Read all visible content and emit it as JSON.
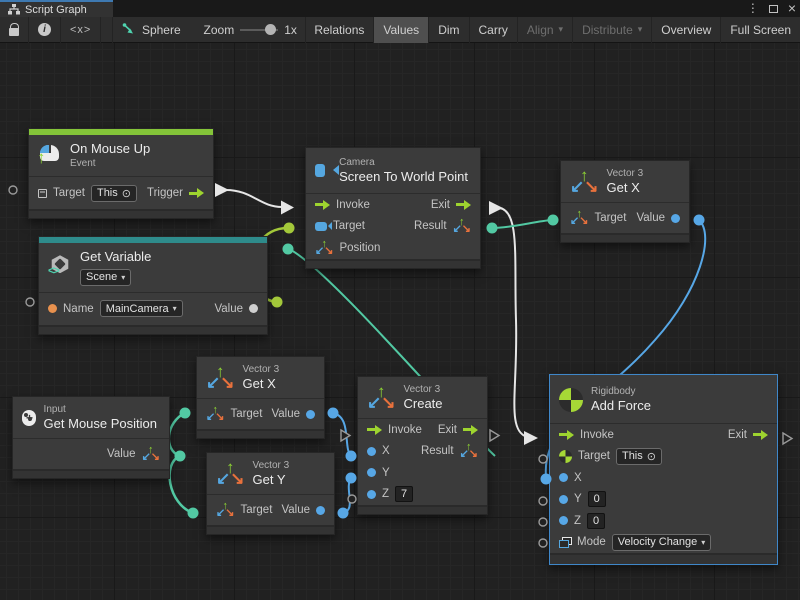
{
  "window": {
    "tab": {
      "title": "Script Graph"
    }
  },
  "icons": {
    "menu_glyph": "⋮",
    "close_glyph": "×",
    "dropdown_arrow": "▾",
    "target_picker": "⊙",
    "arrow_up": "↑",
    "arrow_down_left": "↙",
    "arrow_down_right": "↘",
    "info_glyph": "i",
    "code_glyph": "<x>",
    "plus_glyph": "+"
  },
  "toolbar": {
    "graph_label": "Sphere",
    "zoom_label": "Zoom",
    "zoom_value": "1x",
    "buttons": {
      "relations": "Relations",
      "values": "Values",
      "dim": "Dim",
      "carry": "Carry",
      "align": "Align",
      "distribute": "Distribute",
      "overview": "Overview",
      "full_screen": "Full Screen"
    }
  },
  "nodes": {
    "on_mouse_up": {
      "title": "On Mouse Up",
      "subtitle": "Event",
      "target_label": "Target",
      "target_value": "This",
      "trigger_label": "Trigger"
    },
    "get_variable": {
      "title": "Get Variable",
      "scope_value": "Scene",
      "name_label": "Name",
      "name_value": "MainCamera",
      "value_label": "Value"
    },
    "screen_to_world": {
      "kind": "Camera",
      "title": "Screen To World Point",
      "invoke_label": "Invoke",
      "exit_label": "Exit",
      "target_label": "Target",
      "result_label": "Result",
      "position_label": "Position"
    },
    "get_x_top": {
      "kind": "Vector 3",
      "title": "Get X",
      "target_label": "Target",
      "value_label": "Value"
    },
    "get_mouse_position": {
      "kind": "Input",
      "title": "Get Mouse Position",
      "value_label": "Value"
    },
    "get_x_mid": {
      "kind": "Vector 3",
      "title": "Get X",
      "target_label": "Target",
      "value_label": "Value"
    },
    "get_y": {
      "kind": "Vector 3",
      "title": "Get Y",
      "target_label": "Target",
      "value_label": "Value"
    },
    "create": {
      "kind": "Vector 3",
      "title": "Create",
      "invoke_label": "Invoke",
      "exit_label": "Exit",
      "x_label": "X",
      "result_label": "Result",
      "y_label": "Y",
      "z_label": "Z",
      "z_value": "7"
    },
    "add_force": {
      "kind": "Rigidbody",
      "title": "Add Force",
      "invoke_label": "Invoke",
      "exit_label": "Exit",
      "target_label": "Target",
      "target_value": "This",
      "x_label": "X",
      "y_label": "Y",
      "y_value": "0",
      "z_label": "Z",
      "z_value": "0",
      "mode_label": "Mode",
      "mode_value": "Velocity Change"
    }
  },
  "connections": [
    {
      "from": "on_mouse_up.trigger",
      "to": "screen_to_world.invoke",
      "type": "flow",
      "color": "#e6e6e6"
    },
    {
      "from": "get_variable.value",
      "to": "screen_to_world.target",
      "type": "object",
      "color": "#a3c83a"
    },
    {
      "from": "create.result",
      "to": "screen_to_world.position",
      "type": "vector3",
      "color": "#52c9a3"
    },
    {
      "from": "screen_to_world.exit",
      "to": "add_force.invoke",
      "type": "flow",
      "color": "#e6e6e6"
    },
    {
      "from": "screen_to_world.result",
      "to": "get_x_top.target",
      "type": "vector3",
      "color": "#52c9a3"
    },
    {
      "from": "get_x_top.value",
      "to": "add_force.x",
      "type": "float",
      "color": "#57a7e6"
    },
    {
      "from": "get_mouse_position.value",
      "to": "get_x_mid.target",
      "type": "vector3",
      "color": "#52c9a3"
    },
    {
      "from": "get_mouse_position.value",
      "to": "get_y.target",
      "type": "vector3",
      "color": "#52c9a3"
    },
    {
      "from": "get_x_mid.value",
      "to": "create.x",
      "type": "float",
      "color": "#57a7e6"
    },
    {
      "from": "get_y.value",
      "to": "create.y",
      "type": "float",
      "color": "#57a7e6"
    }
  ],
  "colors": {
    "event_bar": "#84c439",
    "variable_bar": "#2e8b8b",
    "flow_arrow": "#9ed42f",
    "selection": "#3f87c9",
    "canvas": "#212121",
    "node": "#3b3b3b"
  }
}
